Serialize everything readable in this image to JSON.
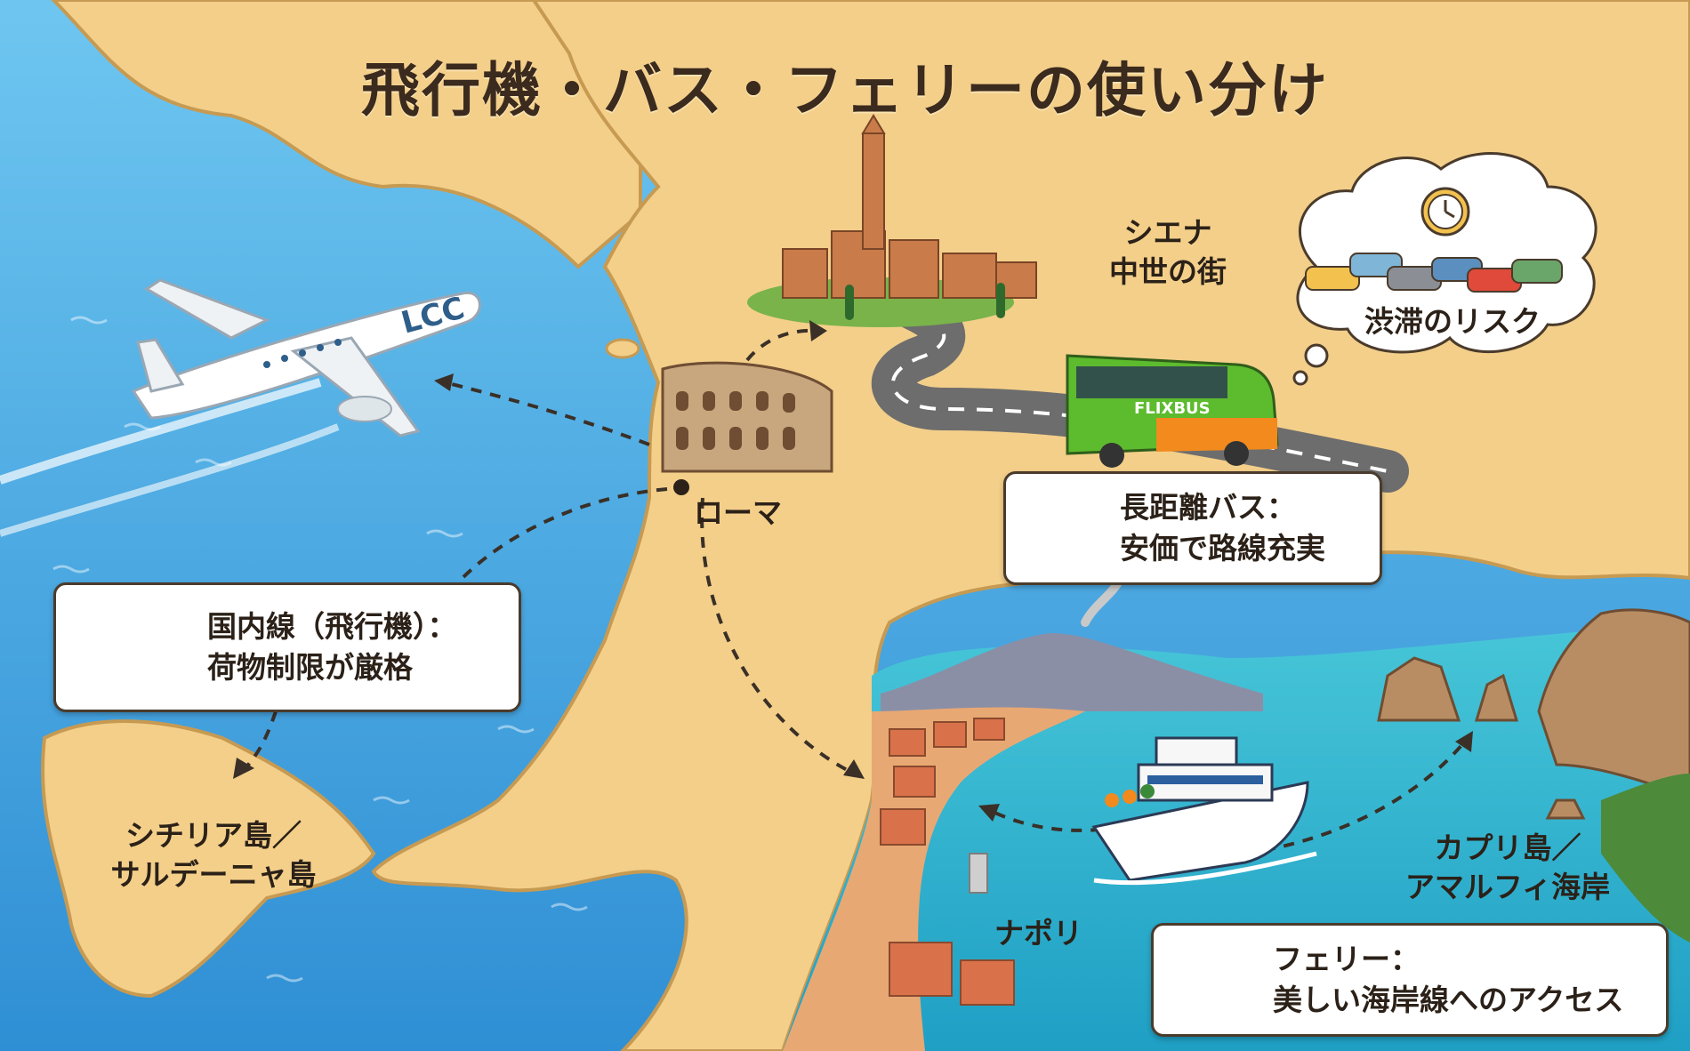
{
  "title": "飛行機・バス・フェリーの使い分け",
  "places": {
    "rome": "ローマ",
    "siena": [
      "シエナ",
      "中世の街"
    ],
    "naples": "ナポリ",
    "islands": [
      "シチリア島／",
      "サルデーニャ島"
    ],
    "capri": [
      "カプリ島／",
      "アマルフィ海岸"
    ]
  },
  "vehicle_labels": {
    "plane": "LCC",
    "bus": "FLIXBUS"
  },
  "callouts": {
    "domestic_flight": [
      "国内線（飛行機）：",
      "荷物制限が厳格"
    ],
    "long_distance_bus": [
      "長距離バス：",
      "安価で路線充実"
    ],
    "ferry": [
      "フェリー：",
      "美しい海岸線へのアクセス"
    ],
    "traffic": "渋滞のリスク"
  },
  "icons": [
    "airplane-icon",
    "luggage-icon",
    "bus-icon",
    "ferry-icon",
    "clock-icon",
    "car-icon",
    "colosseum-icon"
  ],
  "colors": {
    "sea": "#4fb0e6",
    "land": "#f3cf8a",
    "bus_green": "#5dbb2e",
    "bus_orange": "#f28a1e",
    "cross_red": "#e53935",
    "text": "#2b2118"
  }
}
